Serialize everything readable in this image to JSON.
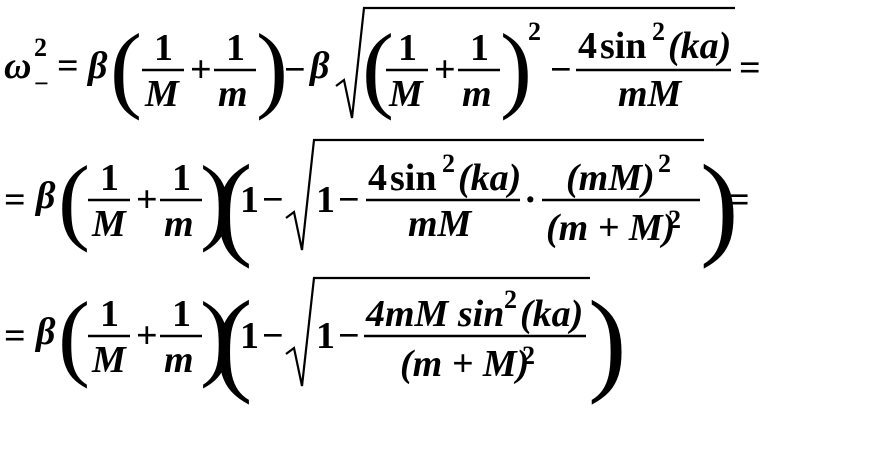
{
  "background": "#ffffff",
  "text_color": "#000000",
  "equation": {
    "line1": {
      "omega": "ω",
      "sub": "−",
      "sup": "2",
      "eq": "=",
      "beta": "β",
      "one": "1",
      "M": "M",
      "m": "m",
      "plus": "+",
      "minus": "−",
      "sq": "2",
      "num_prefix": "4",
      "sin": "sin",
      "sin_sup": "2",
      "arg": "(ka)",
      "den": "mM",
      "eq_end": "="
    },
    "line2": {
      "eq": "=",
      "beta": "β",
      "one": "1",
      "M": "M",
      "m": "m",
      "plus": "+",
      "minus": "−",
      "num_prefix": "4",
      "sin": "sin",
      "sin_sup": "2",
      "arg": "(ka)",
      "den": "mM",
      "dot": "·",
      "frac2_num": "(mM)",
      "frac2_num_sup": "2",
      "frac2_den": "(m + M)",
      "frac2_den_sup": "2",
      "eq_end": "="
    },
    "line3": {
      "eq": "=",
      "beta": "β",
      "one": "1",
      "M": "M",
      "m": "m",
      "plus": "+",
      "minus": "−",
      "num": "4mM sin",
      "sin_sup": "2",
      "arg": "(ka)",
      "den": "(m + M)",
      "den_sup": "2"
    }
  }
}
